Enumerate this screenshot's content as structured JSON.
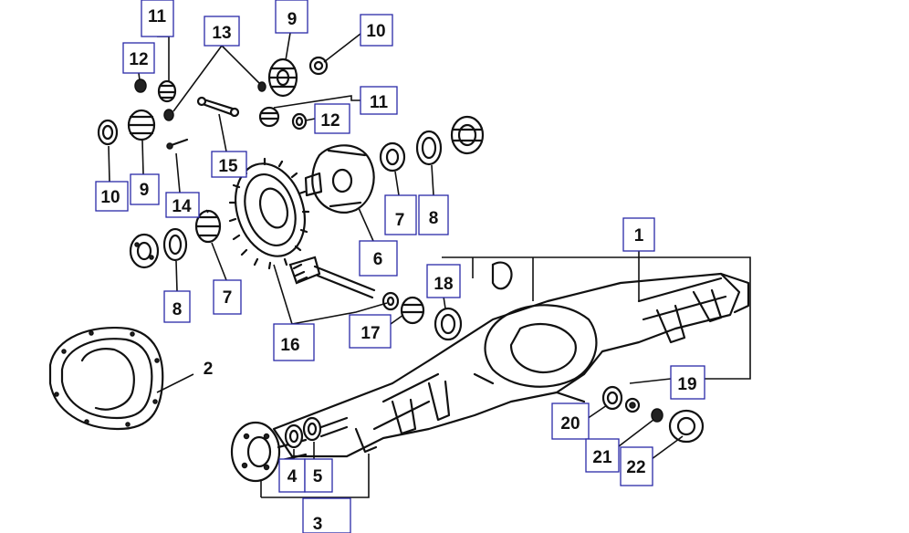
{
  "callouts": [
    {
      "id": "c1",
      "label": "1"
    },
    {
      "id": "c2",
      "label": "2"
    },
    {
      "id": "c3",
      "label": "3"
    },
    {
      "id": "c4",
      "label": "4"
    },
    {
      "id": "c5",
      "label": "5"
    },
    {
      "id": "c6",
      "label": "6"
    },
    {
      "id": "c7a",
      "label": "7"
    },
    {
      "id": "c7b",
      "label": "7"
    },
    {
      "id": "c8a",
      "label": "8"
    },
    {
      "id": "c8b",
      "label": "8"
    },
    {
      "id": "c9a",
      "label": "9"
    },
    {
      "id": "c9b",
      "label": "9"
    },
    {
      "id": "c10a",
      "label": "10"
    },
    {
      "id": "c10b",
      "label": "10"
    },
    {
      "id": "c11a",
      "label": "11"
    },
    {
      "id": "c11b",
      "label": "11"
    },
    {
      "id": "c12a",
      "label": "12"
    },
    {
      "id": "c12b",
      "label": "12"
    },
    {
      "id": "c13",
      "label": "13"
    },
    {
      "id": "c14",
      "label": "14"
    },
    {
      "id": "c15",
      "label": "15"
    },
    {
      "id": "c16",
      "label": "16"
    },
    {
      "id": "c17",
      "label": "17"
    },
    {
      "id": "c18",
      "label": "18"
    },
    {
      "id": "c19",
      "label": "19"
    },
    {
      "id": "c20",
      "label": "20"
    },
    {
      "id": "c21",
      "label": "21"
    },
    {
      "id": "c22",
      "label": "22"
    }
  ]
}
